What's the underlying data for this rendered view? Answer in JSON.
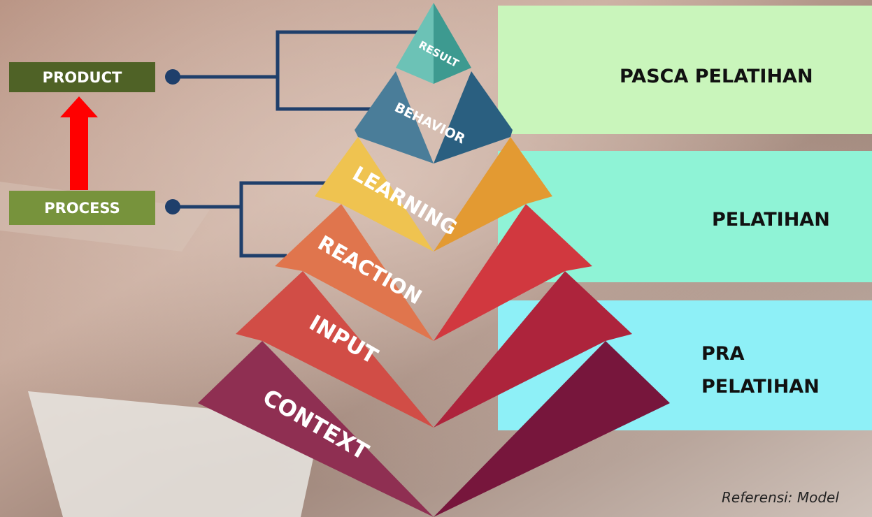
{
  "stages": {
    "post": "PASCA PELATIHAN",
    "during": "PELATIHAN",
    "pre_line1": "PRA",
    "pre_line2": "PELATIHAN"
  },
  "outcomes": {
    "product": "PRODUCT",
    "process": "PROCESS"
  },
  "pyramid_levels": [
    "RESULT",
    "BEHAVIOR",
    "LEARNING",
    "REACTION",
    "INPUT",
    "CONTEXT"
  ],
  "reference": "Referensi: Model",
  "colors": {
    "post_band": "#c9f5bb",
    "during_band": "#8ff3d6",
    "pre_band": "#8ef0f7",
    "product_box": "#4f6226",
    "process_box": "#77933c",
    "arrow": "#ff0000",
    "connector": "#1f3f6b"
  }
}
